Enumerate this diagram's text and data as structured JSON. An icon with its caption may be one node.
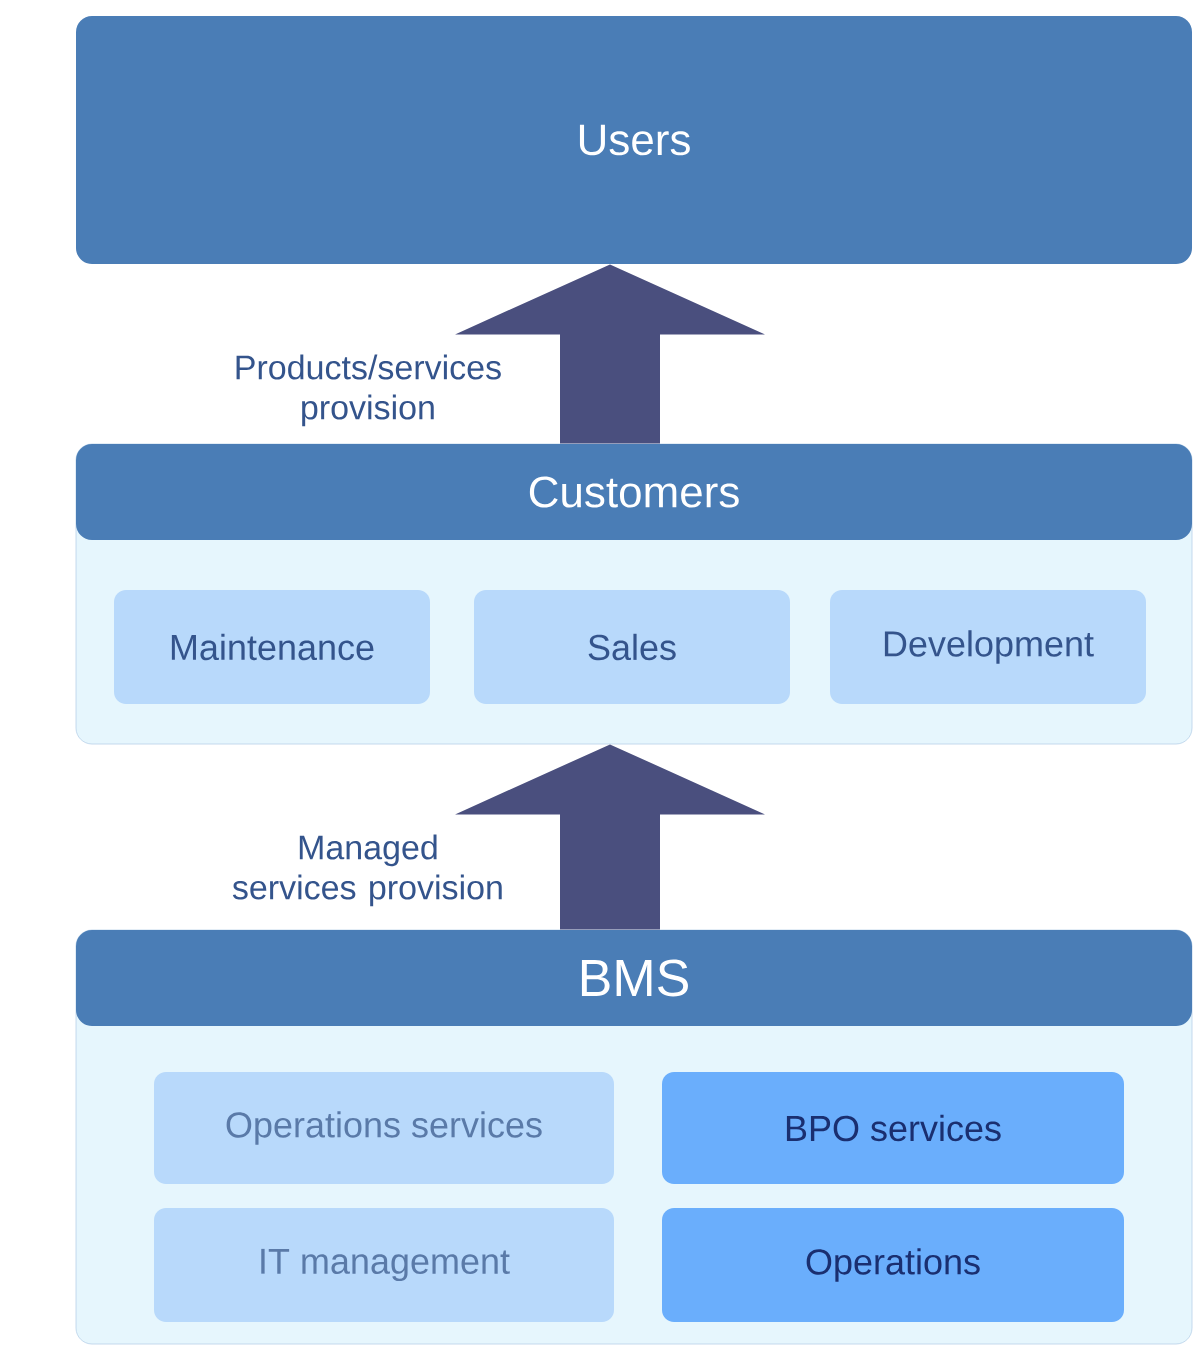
{
  "diagram": {
    "nodes": [
      {
        "text": [
          "Users"
        ]
      },
      {
        "text": [
          "Customers"
        ]
      },
      {
        "text": [
          "Maintenance"
        ],
        "in": 1
      },
      {
        "text": [
          "Sales"
        ],
        "in": 1
      },
      {
        "text": [
          "Development"
        ],
        "in": 1
      },
      {
        "text": [
          "BMS"
        ]
      },
      {
        "text": [
          "Operations services"
        ],
        "in": 5
      },
      {
        "text": [
          "BPO services"
        ],
        "in": 5
      },
      {
        "text": [
          "IT management"
        ],
        "in": 5
      },
      {
        "text": [
          "Operations"
        ],
        "in": 5
      }
    ],
    "edges": [
      {
        "from": 1,
        "to": 0,
        "arrow": "to",
        "label": "Products/services provision"
      },
      {
        "from": 5,
        "to": 1,
        "arrow": "to",
        "label": "Managed services provision"
      }
    ]
  }
}
